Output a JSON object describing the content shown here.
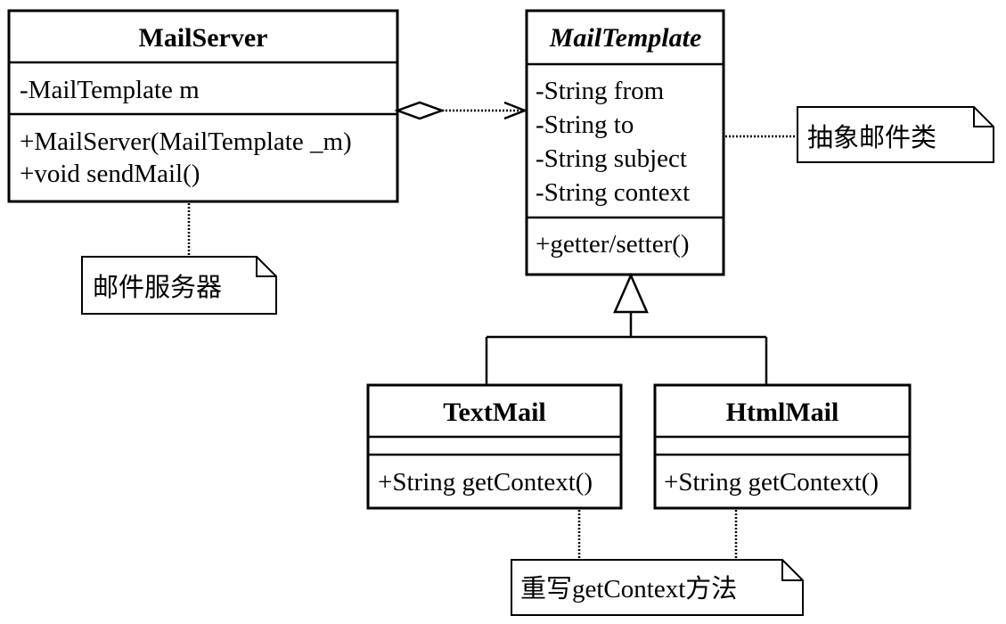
{
  "classes": {
    "mail_server": {
      "name": "MailServer",
      "attributes": [
        "-MailTemplate m"
      ],
      "operations": [
        "+MailServer(MailTemplate _m)",
        "+void sendMail()"
      ]
    },
    "mail_template": {
      "name": "MailTemplate",
      "attributes": [
        "-String from",
        "-String to",
        "-String subject",
        "-String context"
      ],
      "operations": [
        "+getter/setter()"
      ]
    },
    "text_mail": {
      "name": "TextMail",
      "operations": [
        "+String getContext()"
      ]
    },
    "html_mail": {
      "name": "HtmlMail",
      "operations": [
        "+String getContext()"
      ]
    }
  },
  "notes": {
    "mail_server_note": "邮件服务器",
    "mail_template_note": "抽象邮件类",
    "override_note": "重写getContext方法"
  },
  "relationships": [
    {
      "type": "aggregation",
      "from": "MailServer",
      "to": "MailTemplate"
    },
    {
      "type": "generalization",
      "from": "TextMail",
      "to": "MailTemplate"
    },
    {
      "type": "generalization",
      "from": "HtmlMail",
      "to": "MailTemplate"
    }
  ],
  "colors": {
    "line": "#000000",
    "background": "#ffffff"
  }
}
